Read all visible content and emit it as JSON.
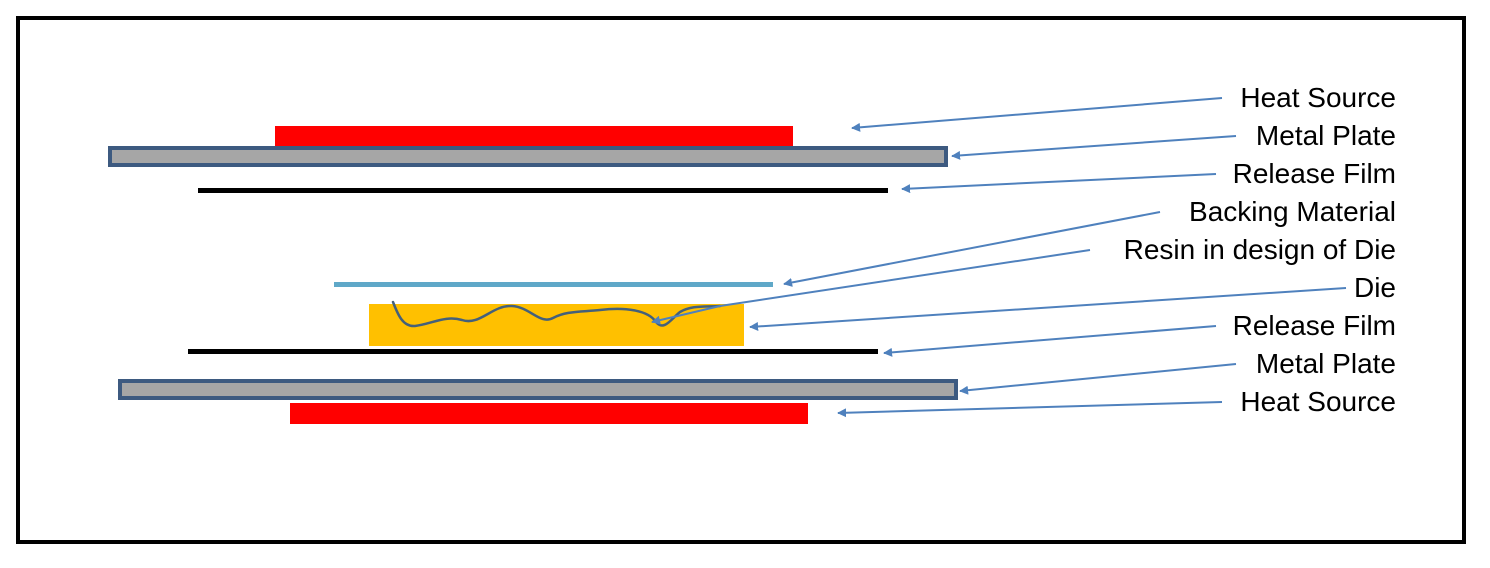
{
  "labels": {
    "heat_source_top": "Heat Source",
    "metal_plate_top": "Metal Plate",
    "release_film_top": "Release Film",
    "backing_material": "Backing Material",
    "resin": "Resin in design of Die",
    "die": "Die",
    "release_film_bottom": "Release Film",
    "metal_plate_bottom": "Metal Plate",
    "heat_source_bottom": "Heat Source"
  },
  "colors": {
    "frame": "#000000",
    "heat_source": "#ff0000",
    "metal_plate_fill": "#a6a6a6",
    "metal_plate_border": "#3d5a80",
    "release_film": "#000000",
    "backing_material": "#5fa8c8",
    "die": "#ffc000",
    "resin": "#44607a",
    "arrow": "#4f81bd"
  }
}
